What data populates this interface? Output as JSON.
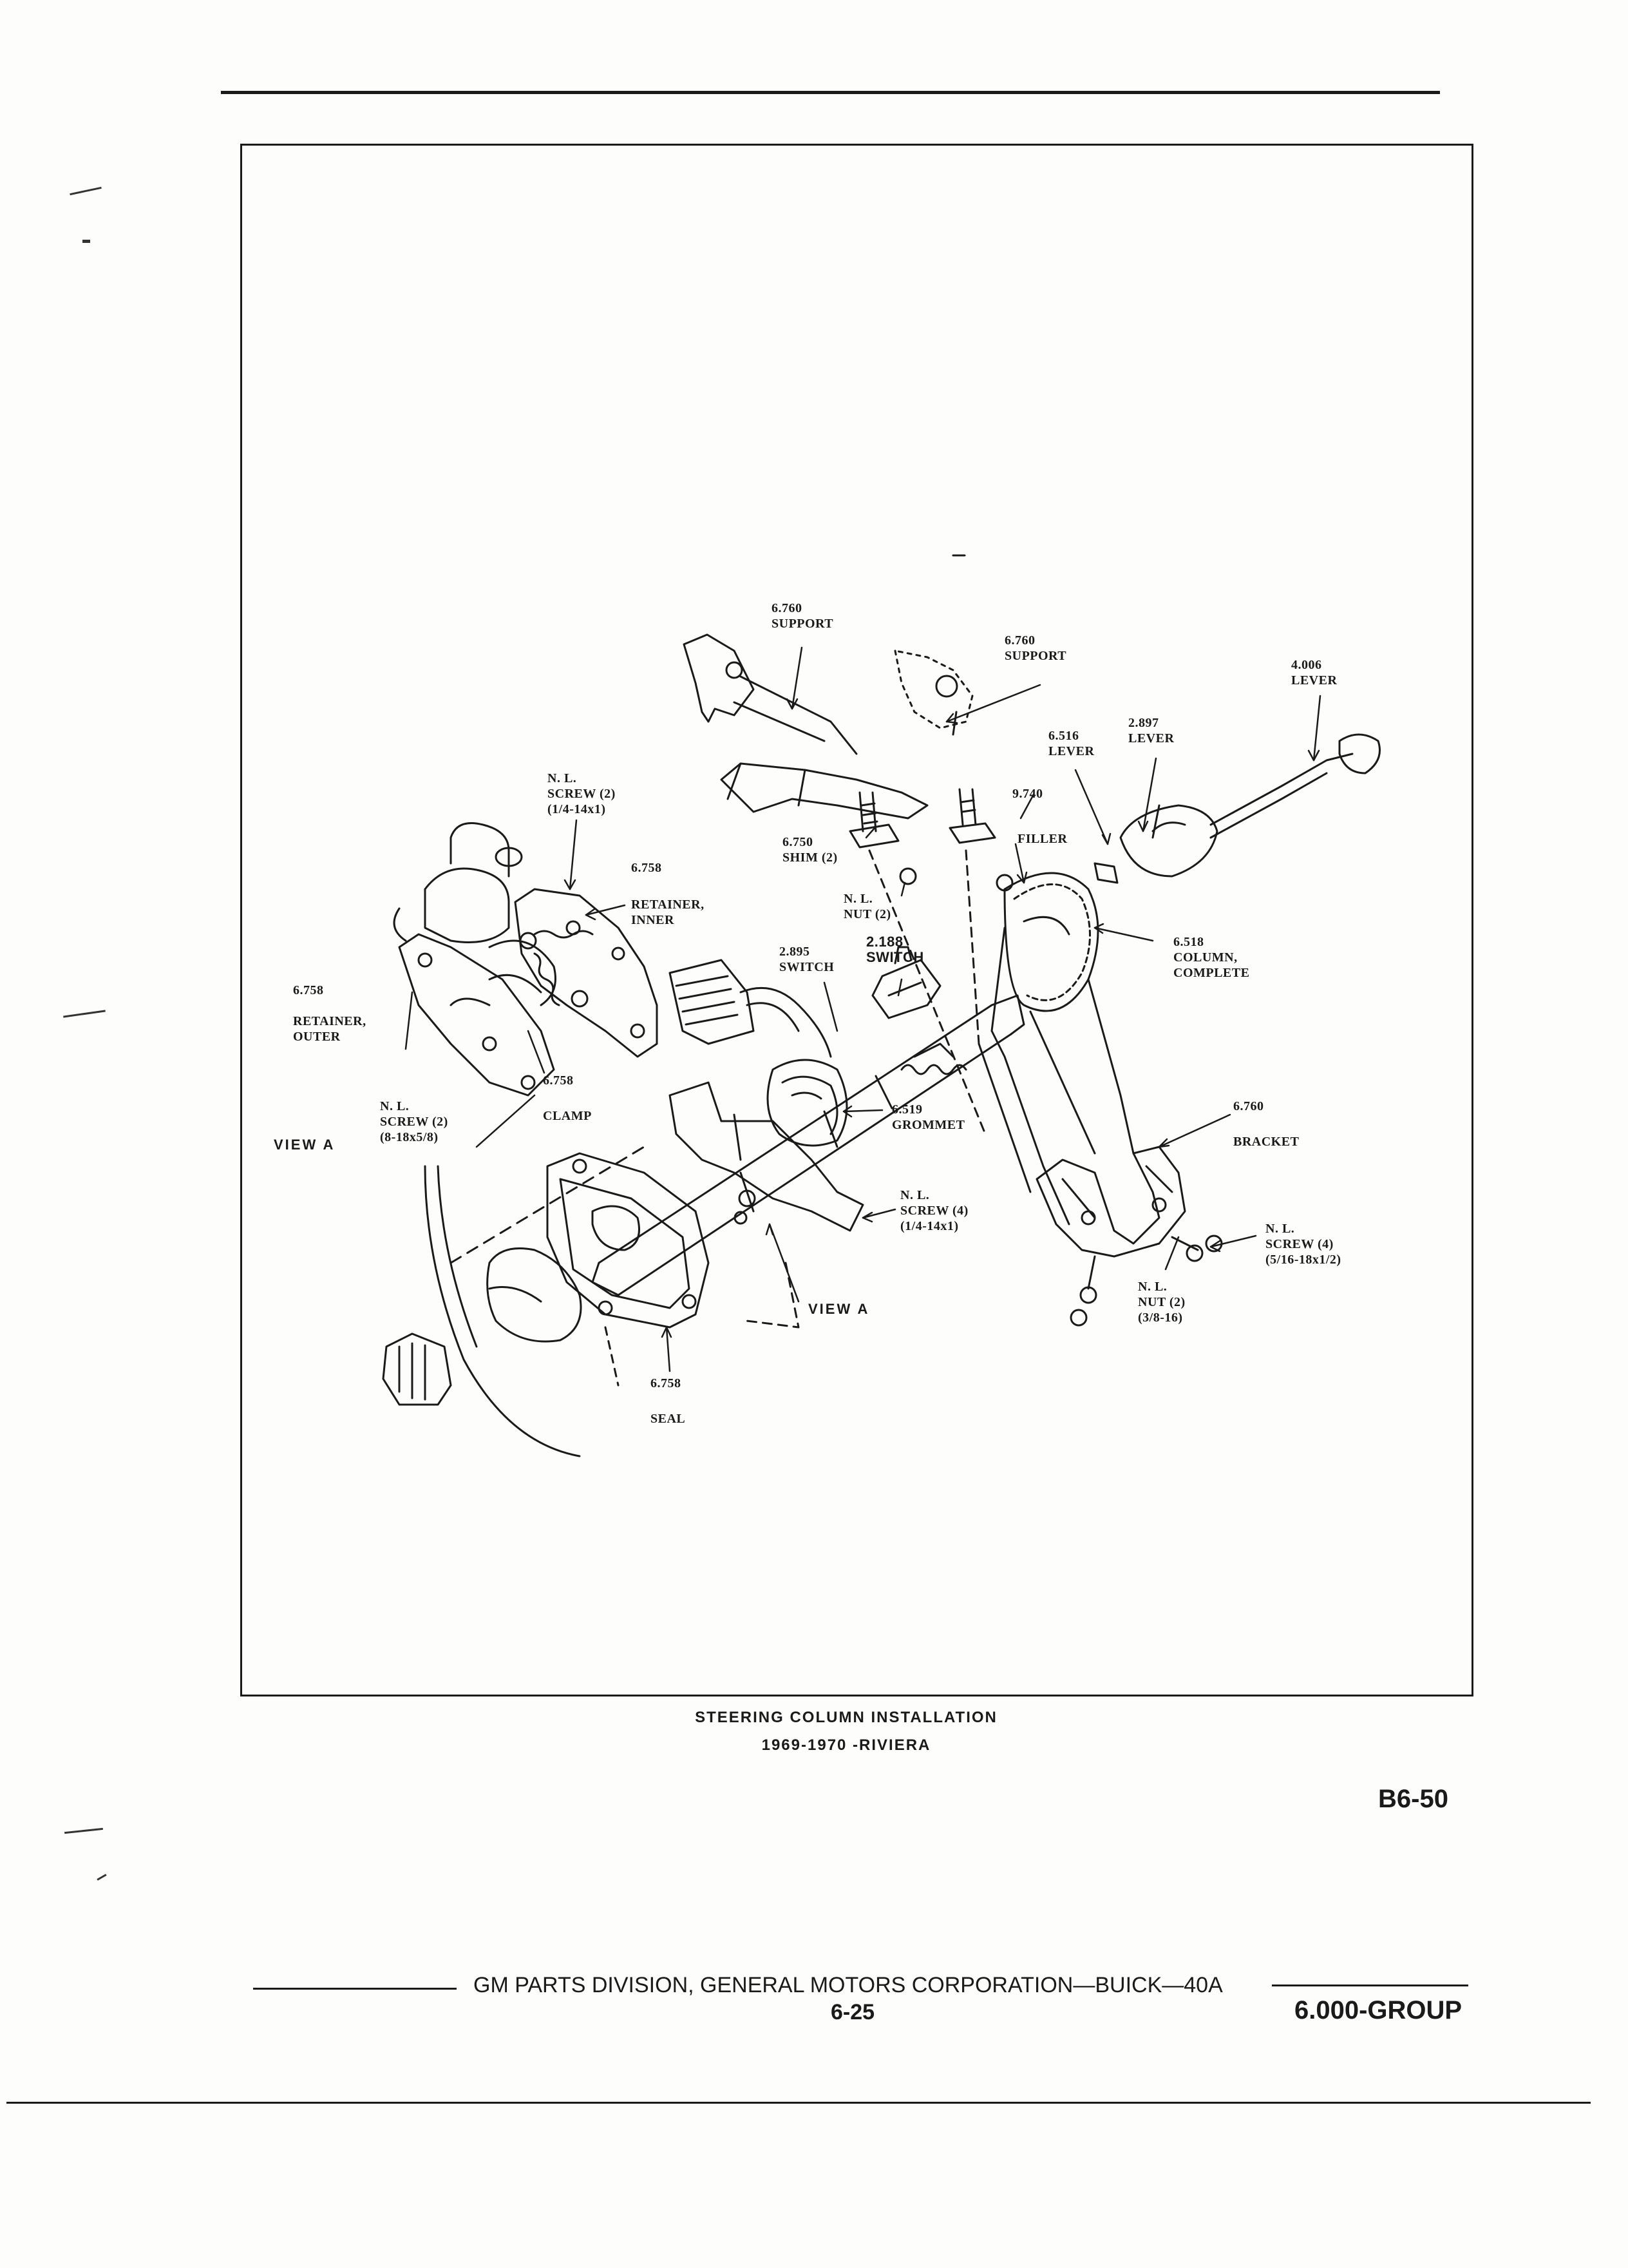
{
  "diagram": {
    "callouts": [
      {
        "num": "6.760",
        "name": "SUPPORT"
      },
      {
        "num": "6.760",
        "name": "SUPPORT"
      },
      {
        "num": "4.006",
        "name": "LEVER"
      },
      {
        "num": "2.897",
        "name": "LEVER"
      },
      {
        "num": "6.516",
        "name": "LEVER"
      },
      {
        "num": "9.740",
        "name": ""
      },
      {
        "num": "",
        "name": "FILLER"
      },
      {
        "num": "N. L.",
        "name": "SCREW (2)",
        "spec": "(1/4-14x1)"
      },
      {
        "num": "6.758",
        "name": ""
      },
      {
        "num": "",
        "name": "RETAINER,",
        "name2": "INNER"
      },
      {
        "num": "6.750",
        "name": "SHIM (2)"
      },
      {
        "num": "N. L.",
        "name": "NUT (2)"
      },
      {
        "num": "2.188",
        "name": "SWITCH"
      },
      {
        "num": "2.895",
        "name": "SWITCH"
      },
      {
        "num": "6.518",
        "name": "COLUMN,",
        "name2": "COMPLETE"
      },
      {
        "num": "6.758",
        "name": "RETAINER,",
        "name2": "OUTER"
      },
      {
        "num": "6.758",
        "name": ""
      },
      {
        "num": "",
        "name": "CLAMP"
      },
      {
        "num": "N. L.",
        "name": "SCREW (2)",
        "spec": "(8-18x5/8)"
      },
      {
        "num": "",
        "name": "VIEW A"
      },
      {
        "num": "6.519",
        "name": "GROMMET"
      },
      {
        "num": "6.760",
        "name": ""
      },
      {
        "num": "",
        "name": "BRACKET"
      },
      {
        "num": "N. L.",
        "name": "SCREW (4)",
        "spec": "(1/4-14x1)"
      },
      {
        "num": "N. L.",
        "name": "SCREW (4)",
        "spec": "(5/16-18x1/2)"
      },
      {
        "num": "N. L.",
        "name": "NUT (2)",
        "spec": "(3/8-16)"
      },
      {
        "num": "",
        "name": "VIEW A"
      },
      {
        "num": "6.758",
        "name": ""
      },
      {
        "num": "",
        "name": "SEAL"
      }
    ]
  },
  "caption": {
    "line1": "STEERING COLUMN INSTALLATION",
    "line2": "1969-1970 -RIVIERA"
  },
  "page_code": "B6-50",
  "footer": {
    "publisher": "GM PARTS DIVISION, GENERAL MOTORS CORPORATION—BUICK—40A",
    "page": "6-25",
    "group": "6.000-GROUP"
  }
}
